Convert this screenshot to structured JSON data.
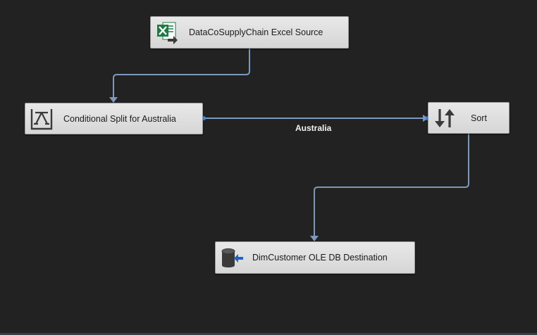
{
  "data_flow": {
    "nodes": {
      "excel_source": {
        "label": "DataCoSupplyChain Excel Source",
        "icon": "excel-source-icon"
      },
      "conditional_split": {
        "label": "Conditional Split for Australia",
        "icon": "conditional-split-icon"
      },
      "sort": {
        "label": "Sort",
        "icon": "sort-icon"
      },
      "oledb_destination": {
        "label": "DimCustomer OLE DB Destination",
        "icon": "oledb-destination-icon"
      }
    },
    "paths": {
      "split_to_sort": {
        "label": "Australia"
      }
    }
  },
  "colors": {
    "canvas": "#222222",
    "connector": "#7d97bd",
    "connector_endpoint": "#3b8fe6",
    "excel_green": "#1d7a45",
    "oledb_blue": "#1f63c6"
  }
}
